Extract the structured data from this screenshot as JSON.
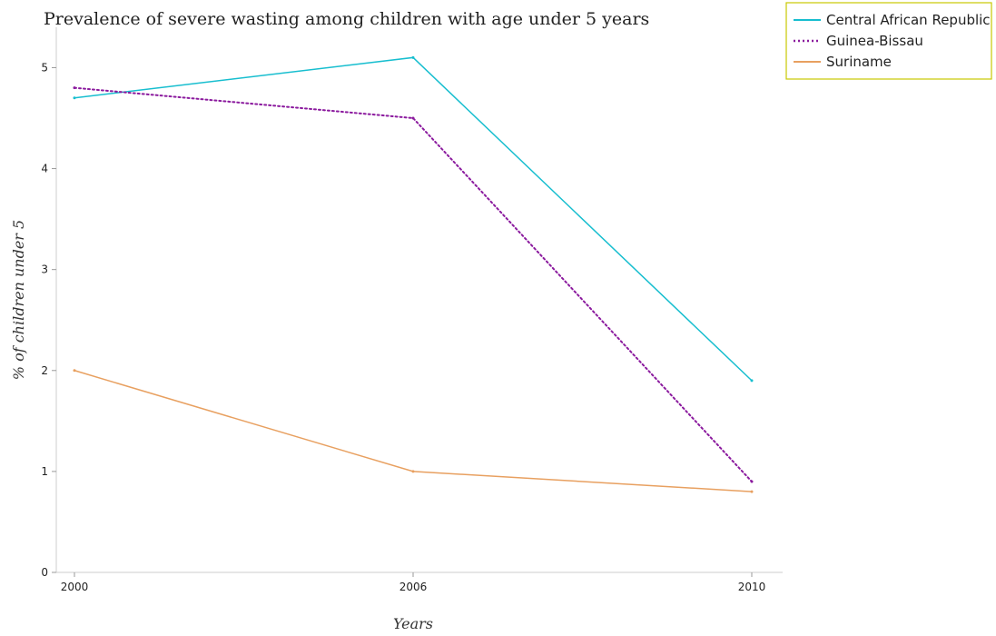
{
  "chart_data": {
    "type": "line",
    "title": "Prevalence of severe wasting among children with age under 5 years",
    "xlabel": "Years",
    "ylabel": "% of children under 5",
    "categories": [
      "2000",
      "2006",
      "2010"
    ],
    "x": [
      2000,
      2006,
      2010
    ],
    "ylim": [
      0,
      5.4
    ],
    "yticks": [
      0,
      1,
      2,
      3,
      4,
      5
    ],
    "ytick_labels": [
      "0",
      "1",
      "2",
      "3",
      "4",
      "5"
    ],
    "grid": false,
    "legend_position": "top-right",
    "series": [
      {
        "name": "Central African Republic",
        "values": [
          4.7,
          5.1,
          1.9
        ],
        "color": "#17becf",
        "dash": "solid"
      },
      {
        "name": "Guinea-Bissau",
        "values": [
          4.8,
          4.5,
          0.9
        ],
        "color": "#8b1a9e",
        "dash": "dotted"
      },
      {
        "name": "Suriname",
        "values": [
          2.0,
          1.0,
          0.8
        ],
        "color": "#e8a060",
        "dash": "solid"
      }
    ]
  }
}
